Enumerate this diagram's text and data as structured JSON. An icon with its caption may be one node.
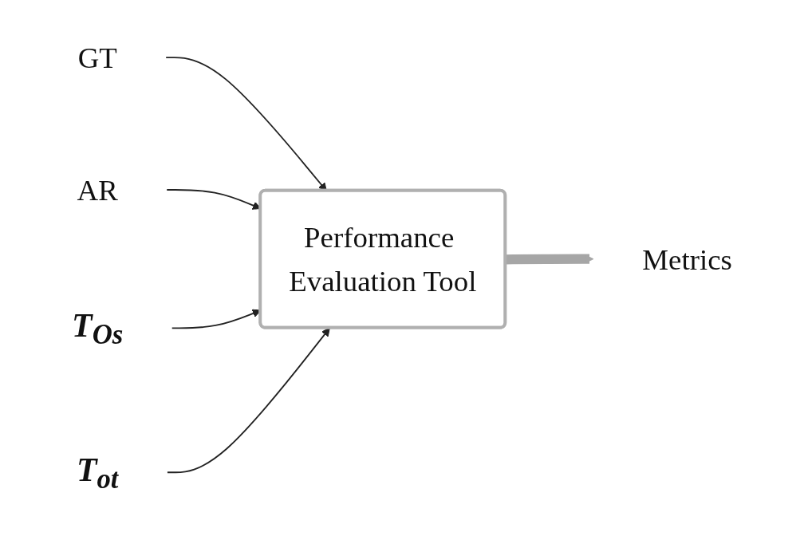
{
  "diagram": {
    "nodes": [
      {
        "text": [
          "GT"
        ]
      },
      {
        "text": [
          "AR"
        ]
      },
      {
        "text": [
          "Performance Evaluation Tool"
        ]
      },
      {
        "text": [
          "T$_{Os}$"
        ]
      },
      {
        "text": [
          "T$_{ot}$"
        ]
      },
      {
        "text": [
          "Metrics"
        ]
      }
    ],
    "edges": [
      {
        "from": 0,
        "to": 2,
        "arrow": "to"
      },
      {
        "from": 1,
        "to": 2,
        "arrow": "to"
      },
      {
        "from": 3,
        "to": 2,
        "arrow": "to"
      },
      {
        "from": 4,
        "to": 2,
        "arrow": "to"
      },
      {
        "from": 2,
        "to": 5,
        "arrow": "to",
        "style": "thick",
        "color": "#a6a6a6"
      }
    ]
  }
}
